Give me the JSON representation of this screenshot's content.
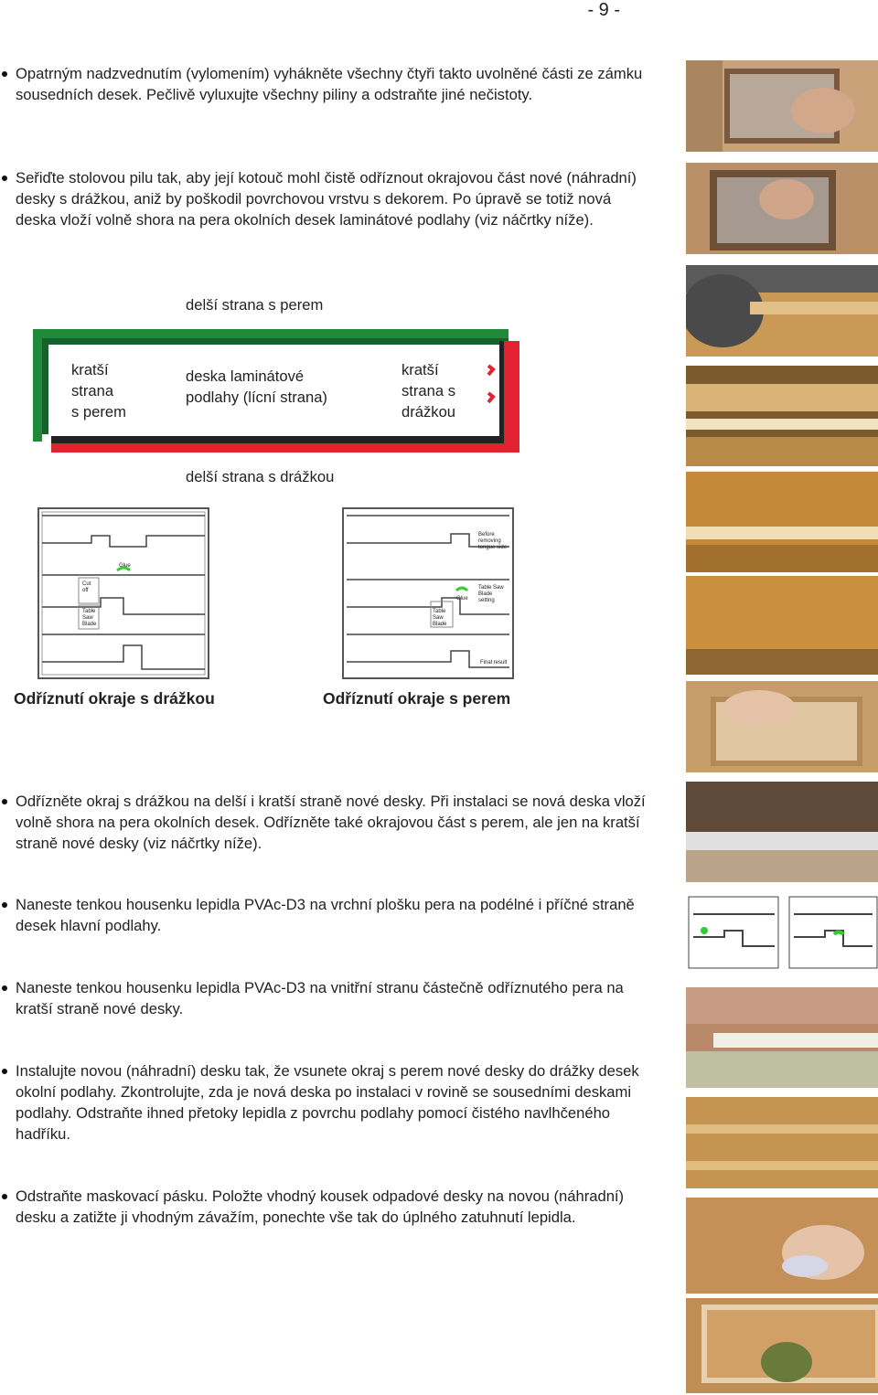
{
  "page_number": "- 9 -",
  "paragraphs": [
    "Opatrným nadzvednutím (vylomením) vyhákněte všechny čtyři takto uvolněné části ze zámku sousedních desek. Pečlivě vyluxujte všechny piliny a odstraňte jiné nečistoty.",
    "Seřiďte stolovou pilu tak, aby její kotouč mohl čistě odříznout okrajovou část nové (náhradní) desky s drážkou, aniž by poškodil povrchovou vrstvu s dekorem. Po úpravě se totiž nová deska vloží volně shora na pera okolních desek laminátové podlahy (viz náčrtky níže).",
    "Odřízněte okraj s drážkou na delší i kratší straně nové desky. Při instalaci se nová deska vloží volně shora na pera okolních desek. Odřízněte také okrajovou část s perem, ale jen na kratší straně nové desky (viz náčrtky níže).",
    "Naneste tenkou housenku lepidla PVAc-D3 na vrchní plošku pera na podélné i příčné straně desek hlavní podlahy.",
    "Naneste tenkou housenku lepidla PVAc-D3 na vnitřní stranu částečně odříznutého pera na kratší straně nové desky.",
    "Instalujte novou (náhradní) desku tak, že vsunete okraj s perem nové desky do drážky desek okolní podlahy. Zkontrolujte, zda je nová deska po instalaci v rovině se sousedními deskami podlahy. Odstraňte ihned přetoky lepidla z povrchu podlahy pomocí čistého navlhčeného hadříku.",
    "Odstraňte maskovací pásku. Položte vhodný kousek odpadové desky na novou (náhradní) desku a zatižte ji vhodným závažím, ponechte vše tak do úplného zatuhnutí lepidla."
  ],
  "board_diagram": {
    "top_label": "delší strana s perem",
    "left_label_1": "kratší",
    "left_label_2": "strana",
    "left_label_3": "s perem",
    "center_label_1": "deska laminátové",
    "center_label_2": "podlahy (lícní strana)",
    "right_label_1": "kratší",
    "right_label_2": "strana s",
    "right_label_3": "drážkou",
    "bottom_label": "delší strana s drážkou"
  },
  "sketch_left": {
    "glue": "Glue",
    "cut_off_1": "Cut",
    "cut_off_2": "off",
    "blade_1": "Table",
    "blade_2": "Saw",
    "blade_3": "Blade"
  },
  "sketch_right": {
    "before_1": "Before",
    "before_2": "removing",
    "before_3": "tongue side",
    "glue": "Glue",
    "setting_1": "Table Saw",
    "setting_2": "Blade",
    "setting_3": "setting",
    "blade_1": "Table",
    "blade_2": "Saw",
    "blade_3": "Blade",
    "final": "Final result"
  },
  "headings": {
    "left": "Odříznutí okraje s drážkou",
    "right": "Odříznutí okraje s perem"
  },
  "colors": {
    "green_edge": "#1f8a3a",
    "red_edge": "#e0232e",
    "glue_green": "#33cc33"
  }
}
